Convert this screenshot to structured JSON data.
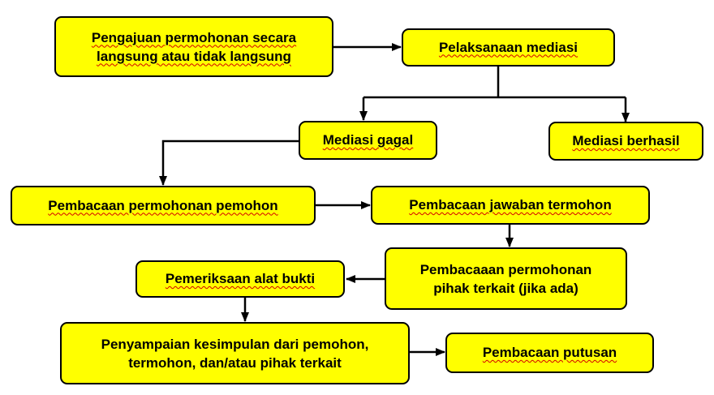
{
  "colors": {
    "box_fill": "#ffff00",
    "box_border": "#000000",
    "connector": "#000000",
    "spell_underline": "#d40000"
  },
  "nodes": {
    "pengajuan": "Pengajuan permohonan secara langsung atau tidak langsung",
    "pelaksanaan": "Pelaksanaan mediasi",
    "gagal": "Mediasi gagal",
    "berhasil": "Mediasi berhasil",
    "pembacaan_permohonan": "Pembacaan permohonan pemohon",
    "pembacaan_jawaban": "Pembacaan jawaban termohon",
    "pembacaan_pihak": "Pembacaaan permohonan pihak terkait (jika ada)",
    "pemeriksaan": "Pemeriksaan alat bukti",
    "penyampaian": "Penyampaian kesimpulan dari pemohon, termohon, dan/atau pihak terkait",
    "putusan": "Pembacaan putusan"
  }
}
